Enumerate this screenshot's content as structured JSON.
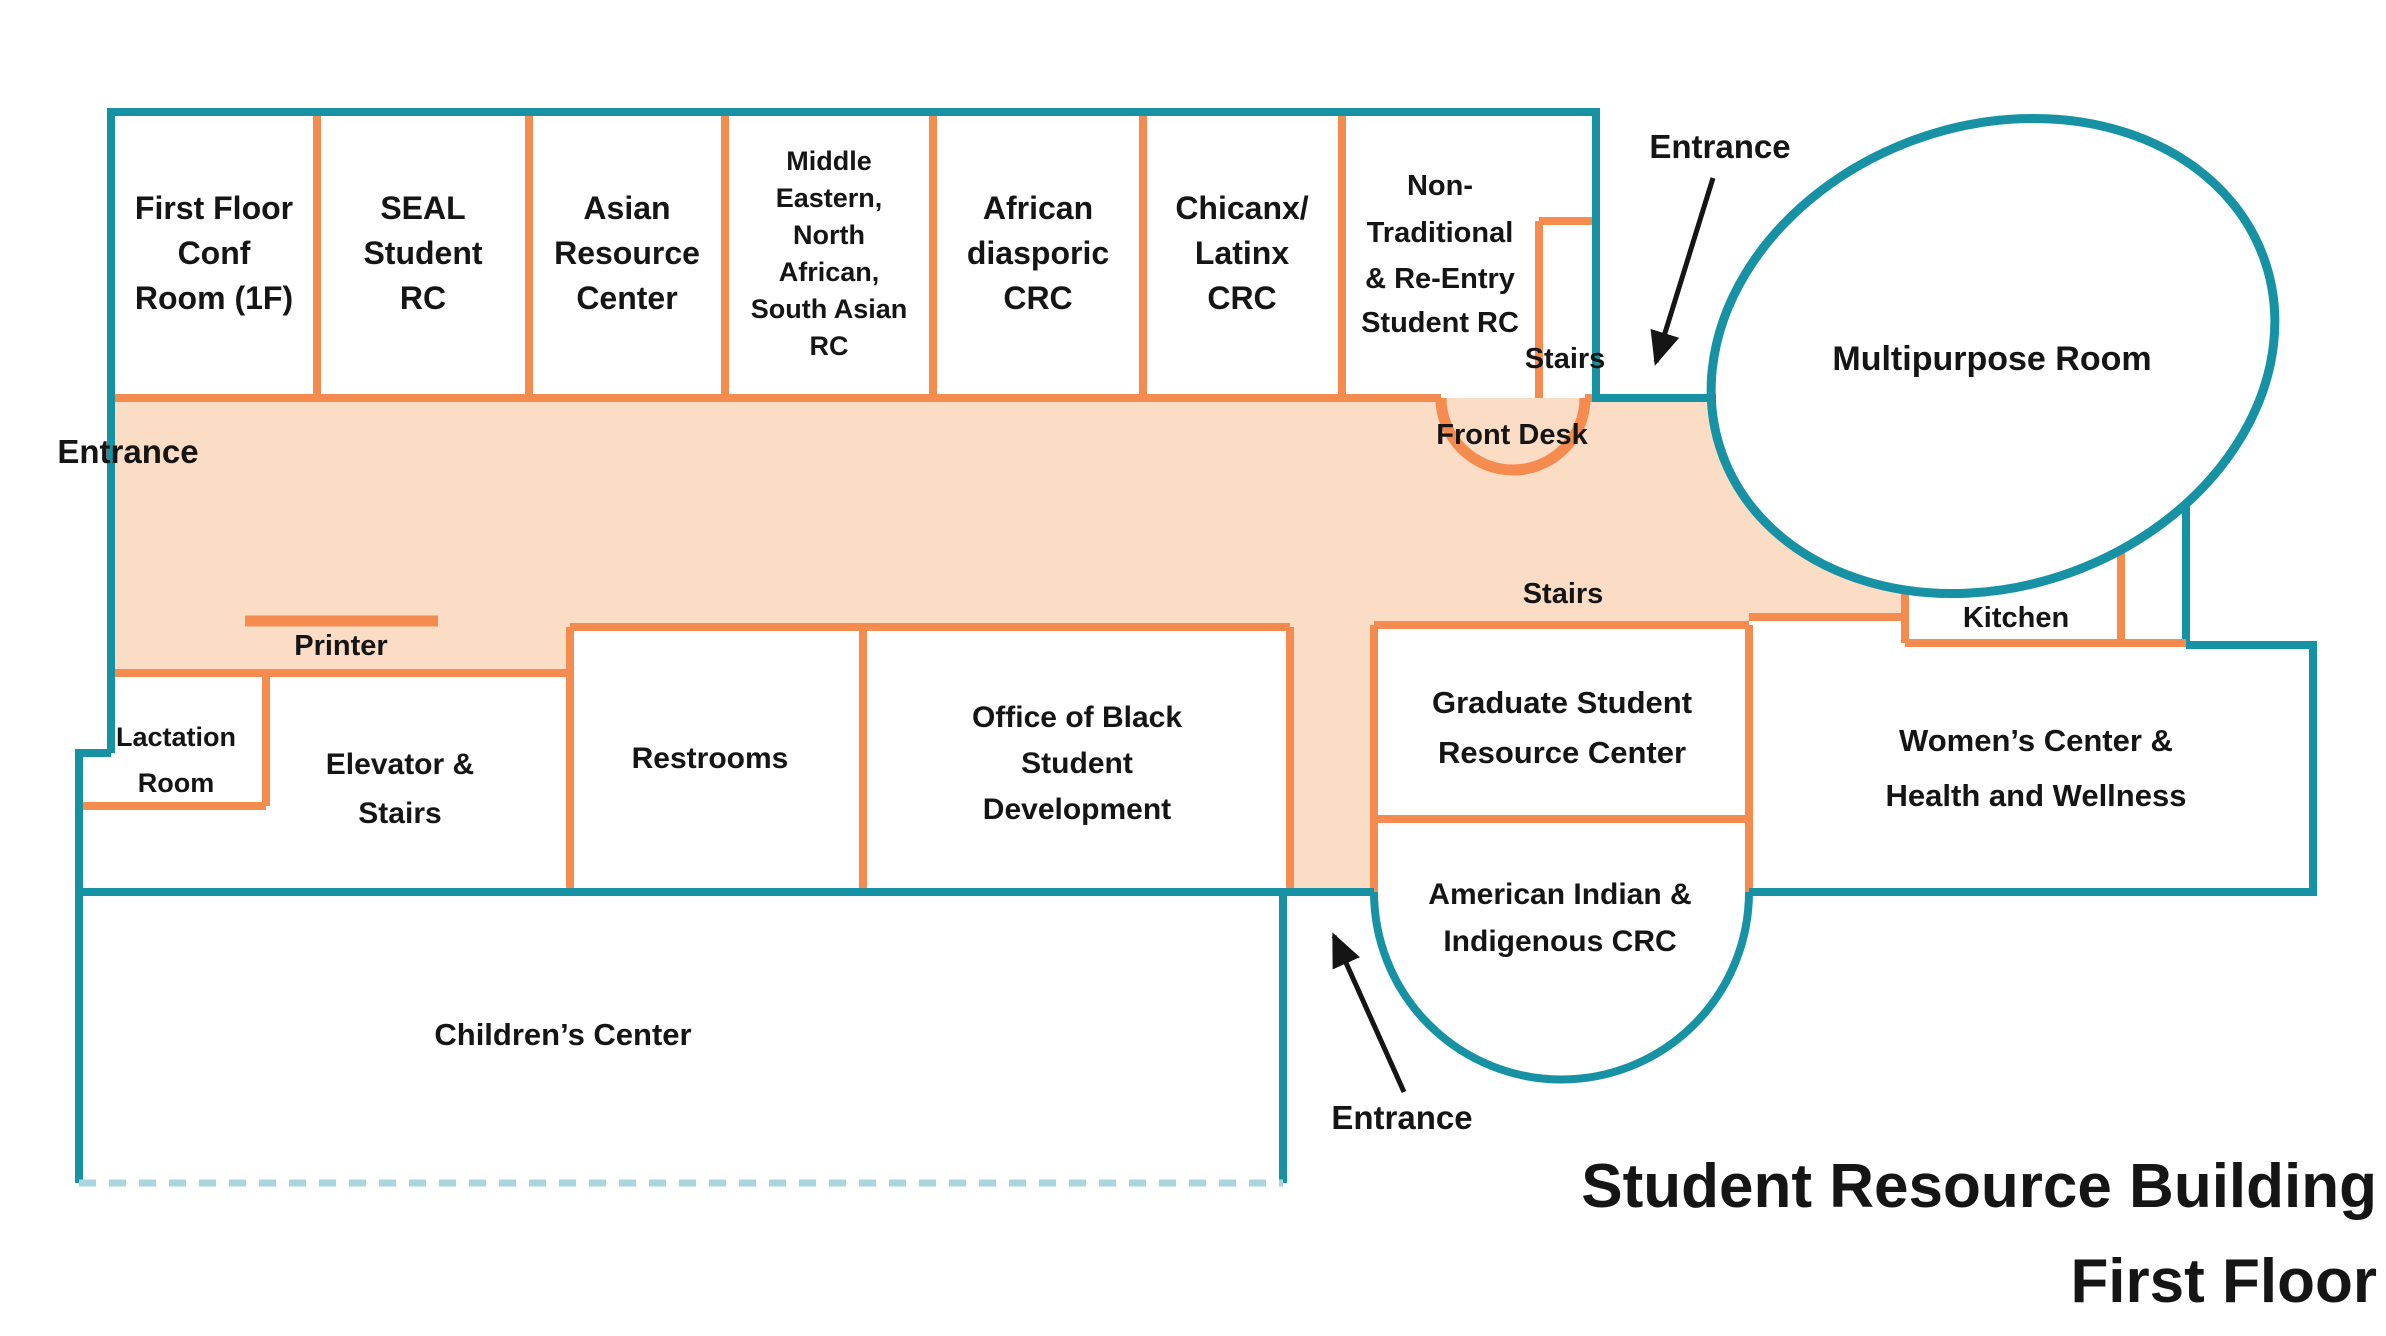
{
  "title": {
    "lines": [
      "Student Resource Building",
      "First Floor"
    ]
  },
  "colors": {
    "teal": "#1792A5",
    "orange": "#F68B50",
    "peach": "#FBDCC5",
    "dotted": "#A9D5DD",
    "ink": "#151515"
  },
  "top_rooms": [
    {
      "name": "First Floor Conf Room (1F)",
      "lines": [
        "First Floor",
        "Conf",
        "Room (1F)"
      ]
    },
    {
      "name": "SEAL Student RC",
      "lines": [
        "SEAL",
        "Student",
        "RC"
      ]
    },
    {
      "name": "Asian Resource Center",
      "lines": [
        "Asian",
        "Resource",
        "Center"
      ]
    },
    {
      "name": "Middle Eastern, North African, South Asian RC",
      "lines": [
        "Middle",
        "Eastern,",
        "North",
        "African,",
        "South Asian",
        "RC"
      ]
    },
    {
      "name": "African diasporic CRC",
      "lines": [
        "African",
        "diasporic",
        "CRC"
      ]
    },
    {
      "name": "Chicanx/Latinx CRC",
      "lines": [
        "Chicanx/",
        "Latinx",
        "CRC"
      ]
    },
    {
      "name": "Non-Traditional & Re-Entry Student RC",
      "lines": [
        "Non-",
        "Traditional",
        "& Re-Entry",
        "Student RC"
      ]
    }
  ],
  "lower_rooms": {
    "lactation": {
      "lines": [
        "Lactation",
        "Room"
      ]
    },
    "elevator": {
      "lines": [
        "Elevator &",
        "Stairs"
      ]
    },
    "restrooms": {
      "lines": [
        "Restrooms"
      ]
    },
    "office": {
      "lines": [
        "Office of Black",
        "Student",
        "Development"
      ]
    },
    "graduate": {
      "lines": [
        "Graduate Student",
        "Resource Center"
      ]
    },
    "american": {
      "lines": [
        "American Indian &",
        "Indigenous CRC"
      ]
    },
    "womens": {
      "lines": [
        "Women’s Center &",
        "Health and Wellness"
      ]
    },
    "childrens": {
      "lines": [
        "Children’s Center"
      ]
    }
  },
  "labels": {
    "entrance_top": "Entrance",
    "entrance_left": "Entrance",
    "entrance_bottom": "Entrance",
    "stairs_top": "Stairs",
    "stairs_right": "Stairs",
    "front_desk": "Front Desk",
    "multipurpose": "Multipurpose Room",
    "printer": "Printer",
    "kitchen": "Kitchen"
  }
}
